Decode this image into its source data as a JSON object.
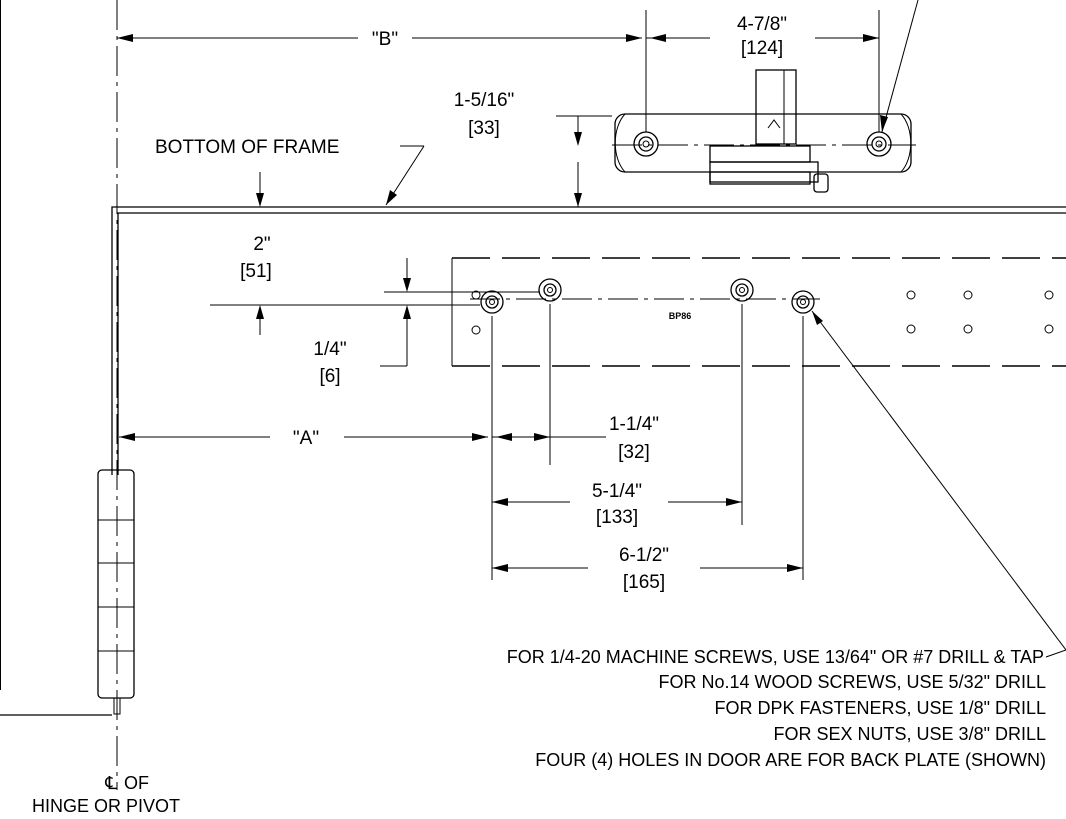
{
  "dimensions": {
    "b": "\"B\"",
    "arm_span": {
      "imperial": "4-7/8\"",
      "metric": "[124]"
    },
    "arm_height": {
      "imperial": "1-5/16\"",
      "metric": "[33]"
    },
    "plate_offset": {
      "imperial": "2\"",
      "metric": "[51]"
    },
    "small_offset": {
      "imperial": "1/4\"",
      "metric": "[6]"
    },
    "a": "\"A\"",
    "hole_1": {
      "imperial": "1-1/4\"",
      "metric": "[32]"
    },
    "hole_2": {
      "imperial": "5-1/4\"",
      "metric": "[133]"
    },
    "hole_3": {
      "imperial": "6-1/2\"",
      "metric": "[165]"
    }
  },
  "labels": {
    "frame": "BOTTOM OF FRAME",
    "plate": "BP86",
    "centerline_mark": "℄",
    "centerline_of": "OF",
    "hinge": "HINGE OR PIVOT"
  },
  "notes": [
    "FOR 1/4-20 MACHINE SCREWS, USE 13/64\" OR #7 DRILL & TAP",
    "FOR No.14 WOOD SCREWS, USE 5/32\" DRILL",
    "FOR DPK FASTENERS, USE 1/8\" DRILL",
    "FOR SEX NUTS, USE 3/8\" DRILL",
    "FOUR (4) HOLES IN DOOR ARE FOR BACK PLATE (SHOWN)"
  ]
}
